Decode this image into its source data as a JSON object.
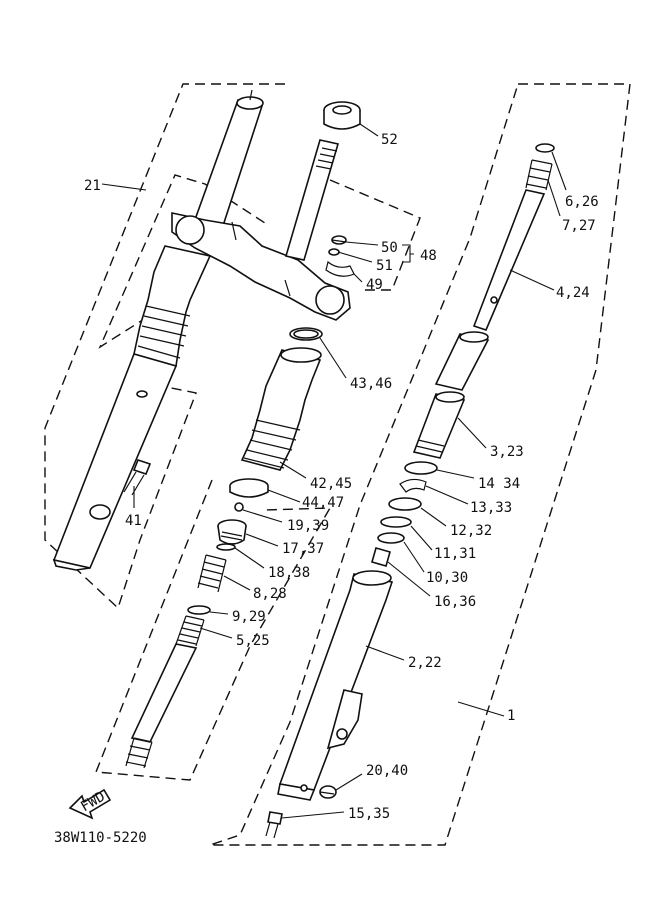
{
  "diagram": {
    "code": "38W110-5220",
    "fwd_label": "FWD",
    "callouts": [
      {
        "id": "c52",
        "text": "52"
      },
      {
        "id": "c21",
        "text": "21"
      },
      {
        "id": "c50",
        "text": "50"
      },
      {
        "id": "c48",
        "text": "48"
      },
      {
        "id": "c51",
        "text": "51"
      },
      {
        "id": "c49",
        "text": "49"
      },
      {
        "id": "c6_26",
        "text": "6,26"
      },
      {
        "id": "c7_27",
        "text": "7,27"
      },
      {
        "id": "c4_24",
        "text": "4,24"
      },
      {
        "id": "c43_46",
        "text": "43,46"
      },
      {
        "id": "c3_23",
        "text": "3,23"
      },
      {
        "id": "c14_34",
        "text": "14 34"
      },
      {
        "id": "c42_45",
        "text": "42,45"
      },
      {
        "id": "c13_33",
        "text": "13,33"
      },
      {
        "id": "c44_47",
        "text": "44,47"
      },
      {
        "id": "c41",
        "text": "41"
      },
      {
        "id": "c12_32",
        "text": "12,32"
      },
      {
        "id": "c19_39",
        "text": "19,39"
      },
      {
        "id": "c11_31",
        "text": "11,31"
      },
      {
        "id": "c17_37",
        "text": "17,37"
      },
      {
        "id": "c10_30",
        "text": "10,30"
      },
      {
        "id": "c18_38",
        "text": "18,38"
      },
      {
        "id": "c16_36",
        "text": "16,36"
      },
      {
        "id": "c8_28",
        "text": "8,28"
      },
      {
        "id": "c9_29",
        "text": "9,29"
      },
      {
        "id": "c5_25",
        "text": "5,25"
      },
      {
        "id": "c2_22",
        "text": "2,22"
      },
      {
        "id": "c1",
        "text": "1"
      },
      {
        "id": "c20_40",
        "text": "20,40"
      },
      {
        "id": "c15_35",
        "text": "15,35"
      }
    ]
  }
}
